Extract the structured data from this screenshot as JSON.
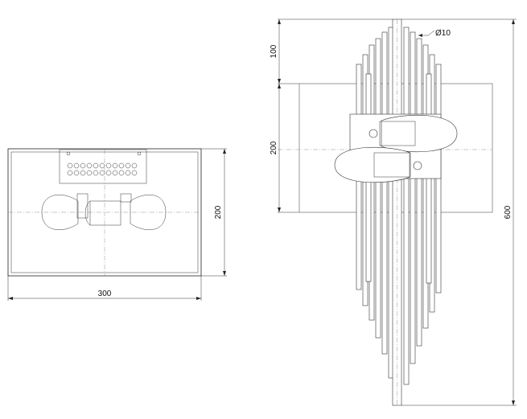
{
  "front_view": {
    "dimensions": {
      "width_label": "300",
      "height_label": "200"
    }
  },
  "side_view": {
    "dimensions": {
      "top_label": "100",
      "middle_label": "200",
      "total_label": "600",
      "tube_diameter_label": "Ø10"
    }
  }
}
